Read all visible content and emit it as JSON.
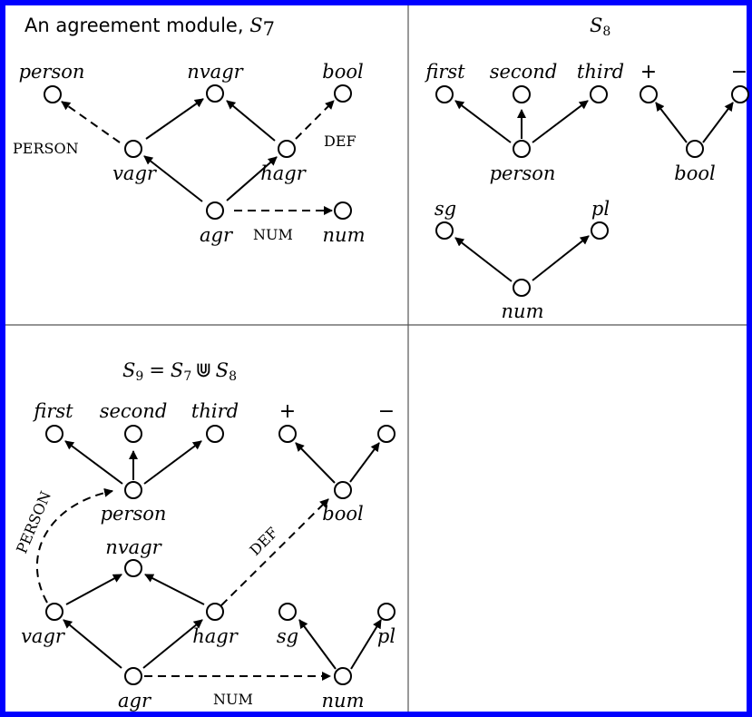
{
  "colors": {
    "frame": "#0000ff",
    "grid": "#555555",
    "ink": "#000000"
  },
  "panels": {
    "s7": {
      "title": "An agreement module,",
      "title_math": "S",
      "title_sub": "7",
      "nodes": {
        "person": "person",
        "nvagr": "nvagr",
        "bool": "bool",
        "vagr": "vagr",
        "hagr": "hagr",
        "agr": "agr",
        "num": "num"
      },
      "edge_labels": {
        "person": "PERSON",
        "def": "DEF",
        "num": "NUM"
      }
    },
    "s8": {
      "title_math": "S",
      "title_sub": "8",
      "nodes": {
        "first": "first",
        "second": "second",
        "third": "third",
        "plus": "+",
        "minus": "−",
        "person": "person",
        "bool": "bool",
        "sg": "sg",
        "pl": "pl",
        "num": "num"
      }
    },
    "s9": {
      "title_a": "S",
      "title_a_sub": "9",
      "eq": "=",
      "title_b": "S",
      "title_b_sub": "7",
      "union": "⋓",
      "title_c": "S",
      "title_c_sub": "8",
      "nodes": {
        "first": "first",
        "second": "second",
        "third": "third",
        "plus": "+",
        "minus": "−",
        "person": "person",
        "bool": "bool",
        "nvagr": "nvagr",
        "vagr": "vagr",
        "hagr": "hagr",
        "sg": "sg",
        "pl": "pl",
        "agr": "agr",
        "num": "num"
      },
      "edge_labels": {
        "person": "PERSON",
        "def": "DEF",
        "num": "NUM"
      }
    }
  }
}
